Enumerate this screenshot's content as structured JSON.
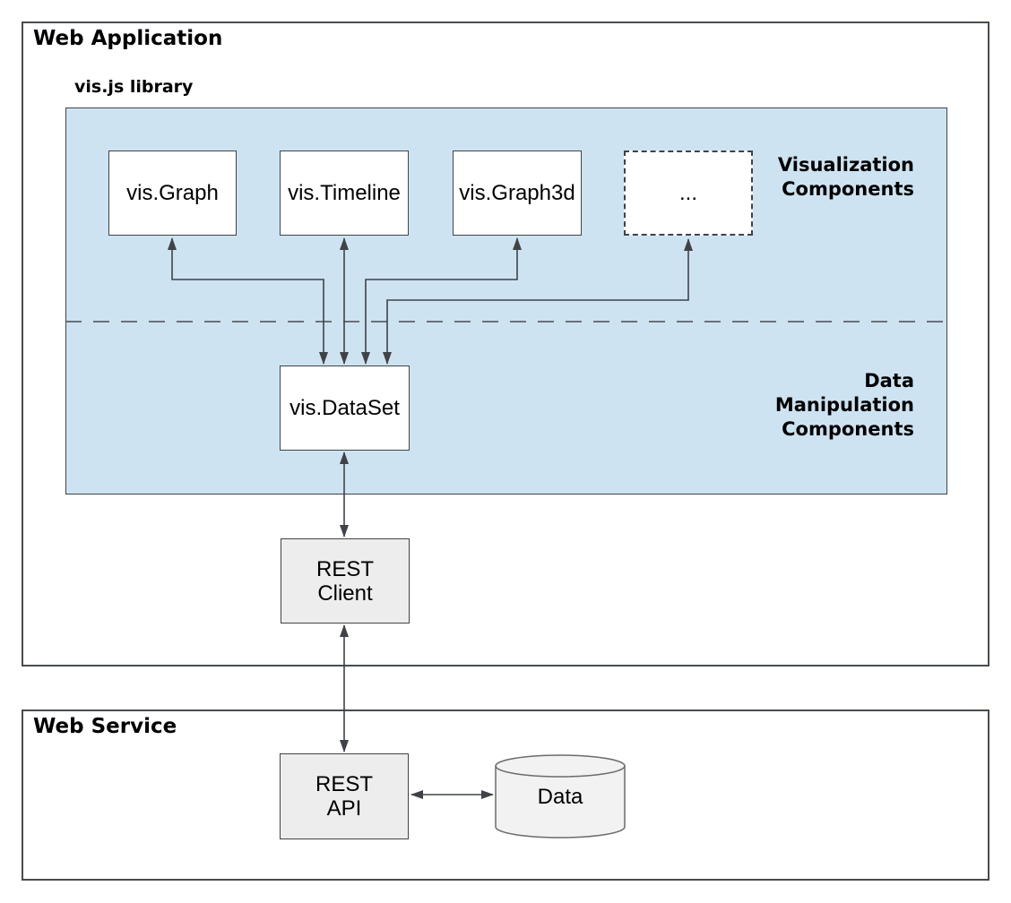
{
  "app": {
    "title": "Web Application",
    "library_title": "vis.js library"
  },
  "sections": {
    "visualization": "Visualization\nComponents",
    "data_manipulation": "Data\nManipulation\nComponents"
  },
  "components": {
    "vis_graph": "vis.Graph",
    "vis_timeline": "vis.Timeline",
    "vis_graph3d": "vis.Graph3d",
    "more_placeholder": "...",
    "vis_dataset": "vis.DataSet",
    "rest_client": "REST\nClient"
  },
  "service": {
    "title": "Web Service",
    "rest_api": "REST\nAPI",
    "data_store": "Data"
  },
  "colors": {
    "panel_fill": "#cee3f2",
    "node_fill": "#ffffff",
    "gray_node_fill": "#ededed",
    "cylinder_fill": "#f2f2f2",
    "stroke": "#3f4347",
    "text": "#000000"
  }
}
